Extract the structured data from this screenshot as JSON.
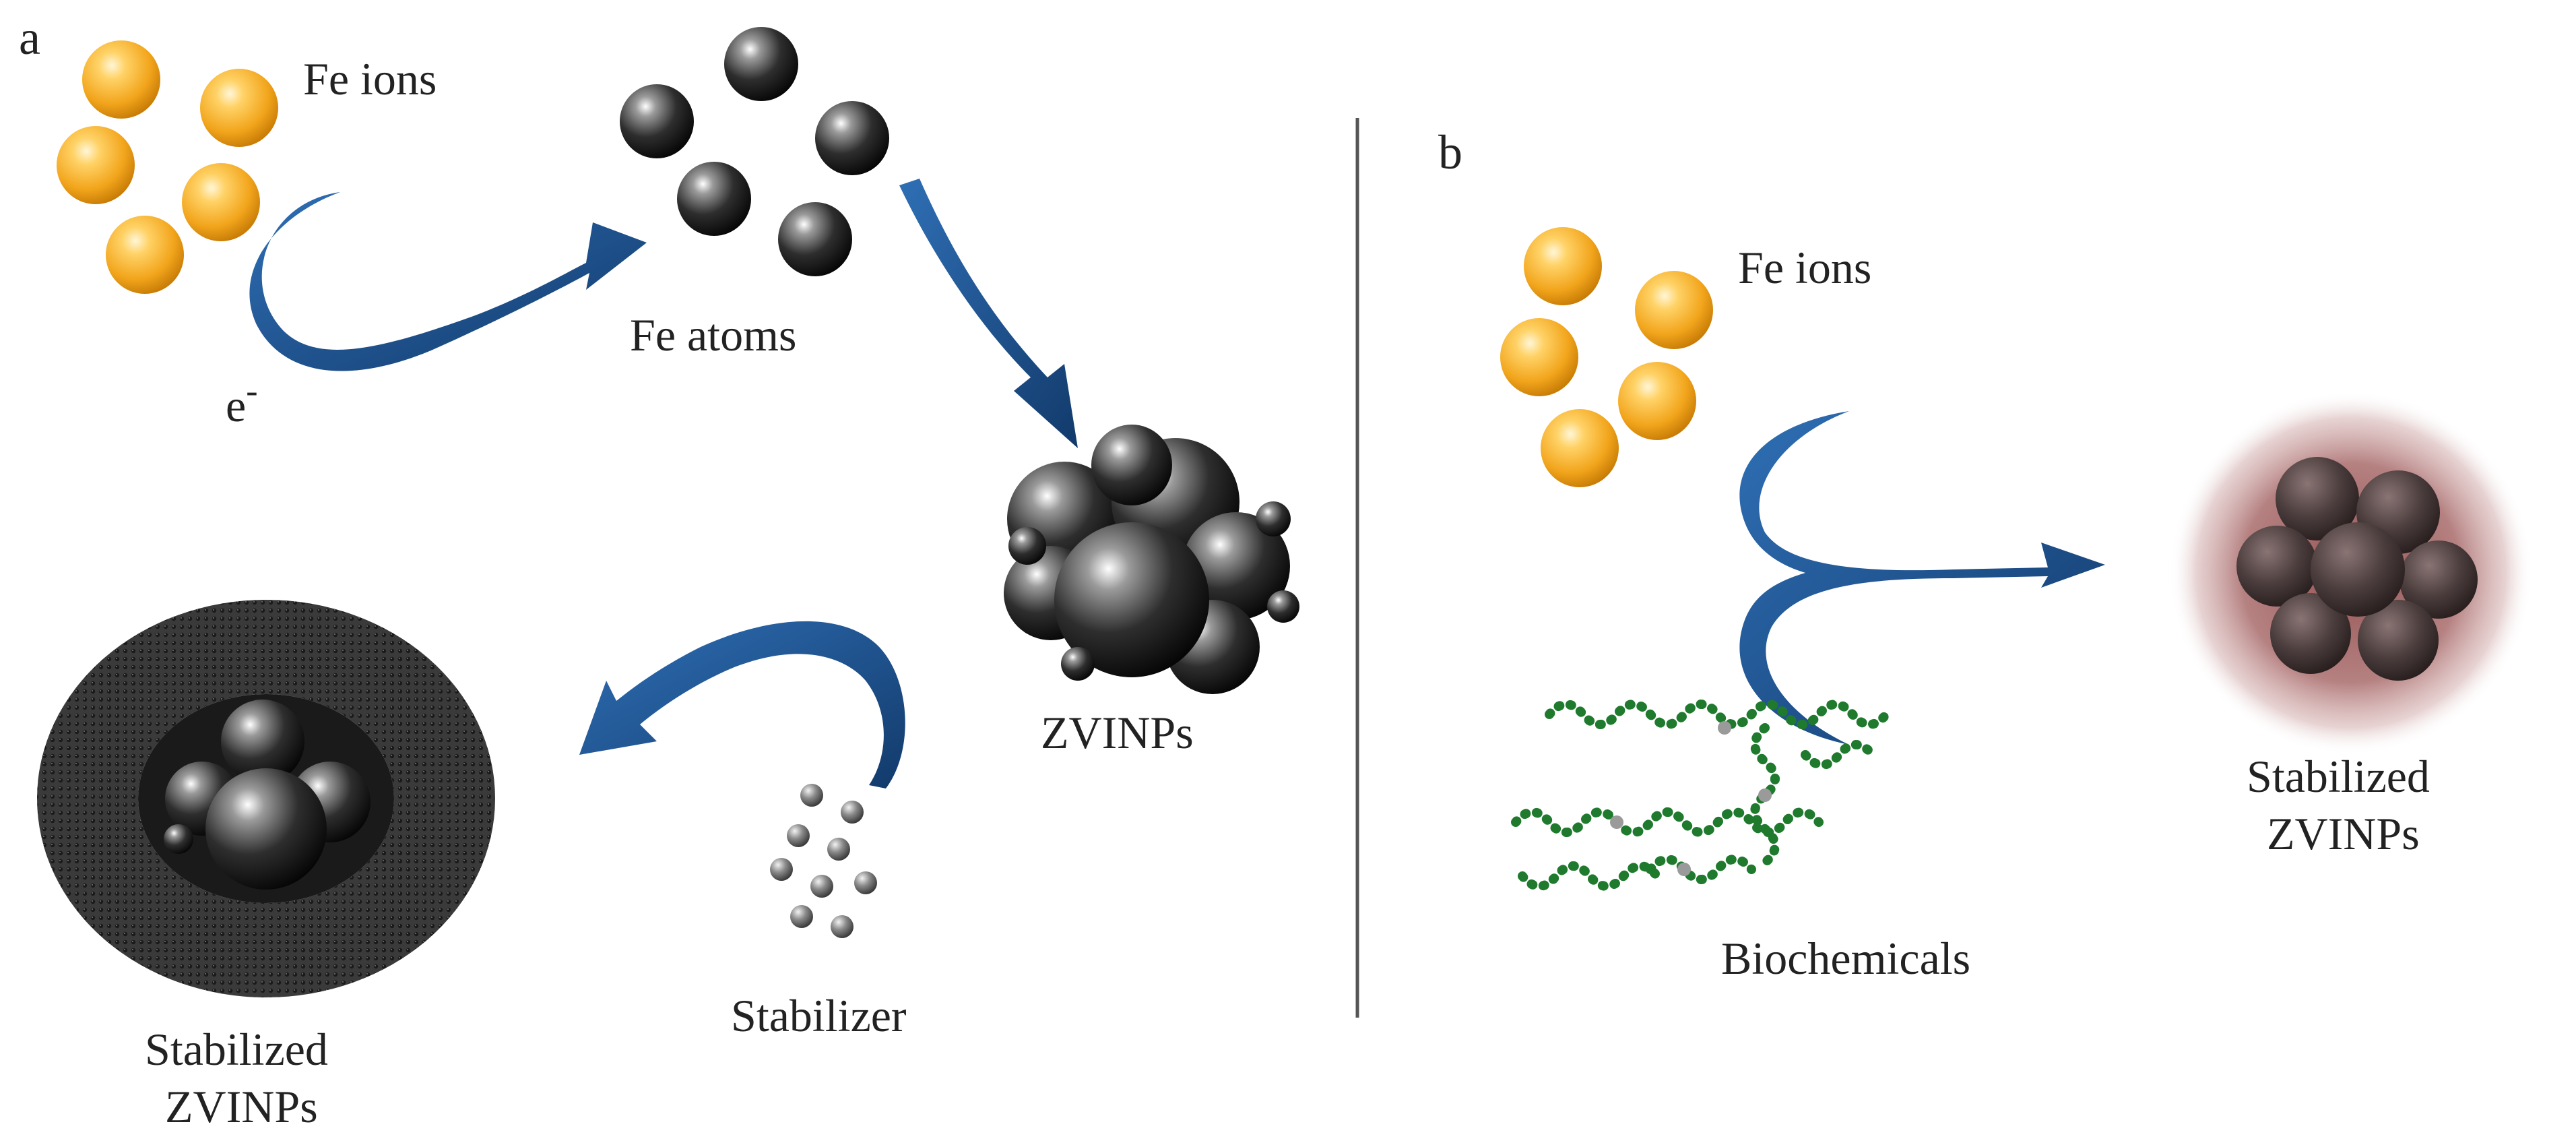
{
  "panels": {
    "a": {
      "letter": "a",
      "fe_ions": "Fe ions",
      "electron": "e",
      "electron_sup": "-",
      "fe_atoms": "Fe atoms",
      "zvinps": "ZVINPs",
      "stabilizer": "Stabilizer",
      "stabilized_line1": "Stabilized",
      "stabilized_line2": "ZVINPs"
    },
    "b": {
      "letter": "b",
      "fe_ions": "Fe ions",
      "biochemicals": "Biochemicals",
      "stabilized_line1": "Stabilized",
      "stabilized_line2": "ZVINPs"
    }
  },
  "colors": {
    "fe_ion": "#f2a51c",
    "fe_atom": "#2a2a2a",
    "arrow": "#1d4f8c",
    "biochemical": "#1f7a2e",
    "halo": "#a86a6a",
    "divider": "#555555"
  }
}
